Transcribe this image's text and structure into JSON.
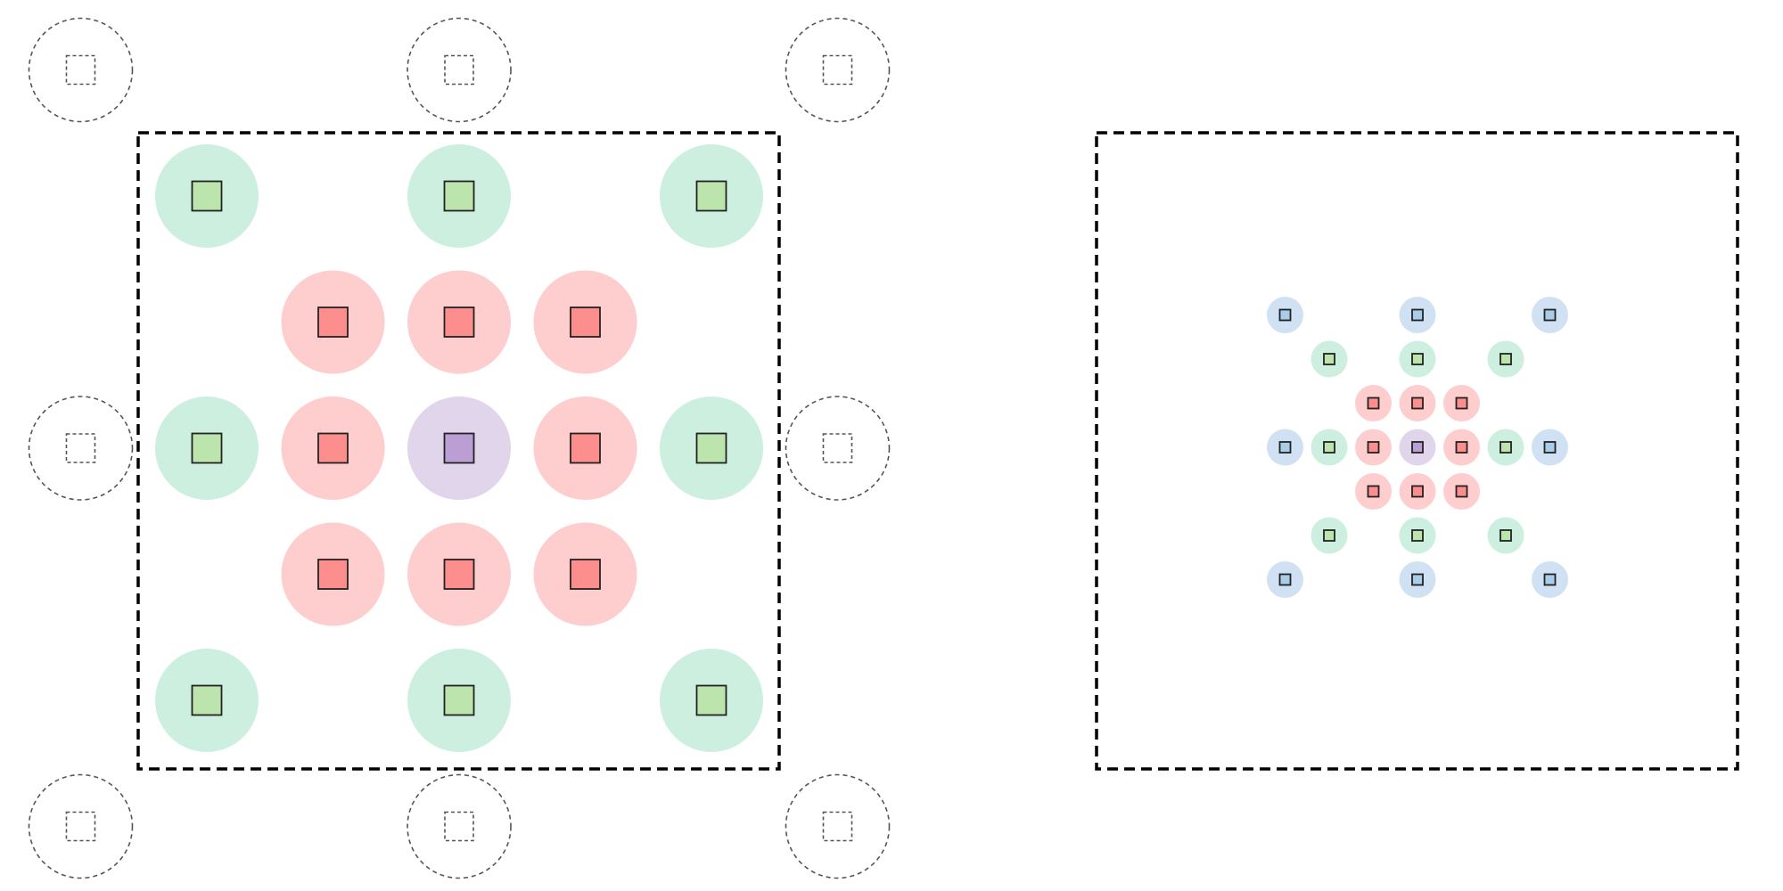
{
  "colors": {
    "background": "#ffffff",
    "frame_stroke": "#000000",
    "ghost_stroke": "#555555",
    "center_fill": "#e1d5ec",
    "center_square": "#bb9fd4",
    "inner_fill": "#fecdcd",
    "inner_square": "#fc8f8e",
    "middle_fill": "#cdefe0",
    "middle_square": "#bbe5ad",
    "outer_fill": "#cfe1f2",
    "outer_square": "#a9cde9",
    "square_stroke": "#222222"
  },
  "diagram": {
    "left_panel": {
      "description_tokens": [],
      "rings": [
        "center",
        "inner",
        "middle",
        "ghost"
      ]
    },
    "right_panel": {
      "rings": [
        "center",
        "inner",
        "middle",
        "outer"
      ]
    }
  }
}
